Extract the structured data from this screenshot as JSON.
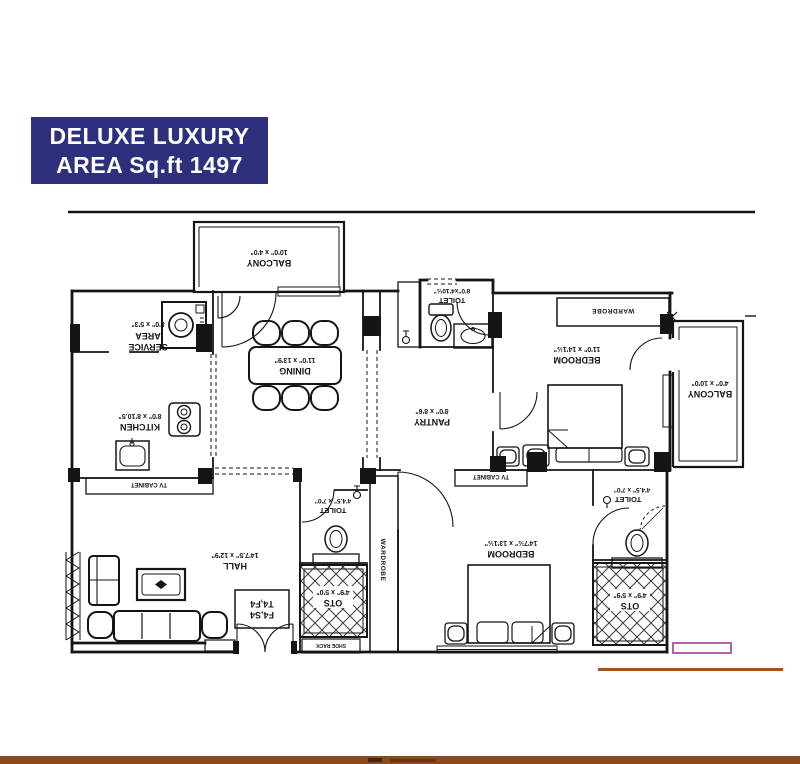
{
  "badge": {
    "line1": "DELUXE LUXURY",
    "line2": "AREA Sq.ft 1497",
    "bg": "#2e2f7d",
    "fg": "#ffffff"
  },
  "plan": {
    "rooms": {
      "balcony_top": {
        "name": "BALCONY",
        "dims": "10'0\" x 4'0\""
      },
      "service_area": {
        "line1": "SERVICE",
        "line2": "AREA",
        "dims": "8'0\" x 5'3\""
      },
      "kitchen": {
        "name": "KITCHEN",
        "dims": "8'0\" x 8'10.5\""
      },
      "dining": {
        "name": "DINING",
        "dims": "11'0\" x 13'9\""
      },
      "toilet_top": {
        "name": "TOILET",
        "dims": "8'0\"x4'10½\""
      },
      "wardrobe_top": {
        "name": "WARDROBE"
      },
      "bedroom_top": {
        "name": "BEDROOM",
        "dims": "11'0\" x 14'1½\""
      },
      "balcony_right": {
        "name": "BALCONY",
        "dims": "4'0\" x 10'0\""
      },
      "pantry": {
        "name": "PANTRY",
        "dims": "8'0\" x 8'6\""
      },
      "tv_cabinet_left": {
        "name": "TV CABINET"
      },
      "tv_cabinet_right": {
        "name": "TV CABINET"
      },
      "hall": {
        "name": "HALL",
        "dims": "14'7.5\" x 12'9\""
      },
      "hall_unit_code": {
        "line1": "F4,S4",
        "line2": "T4,F4"
      },
      "toilet_center": {
        "name": "TOILET",
        "dims": "4'4.5\" x 7'0\""
      },
      "ots_center": {
        "name": "OTS",
        "dims": "4'9\" x 5'0\""
      },
      "shoe_rack": {
        "name": "SHOE RACK"
      },
      "wardrobe_mid": {
        "name": "WARDROBE"
      },
      "bedroom_bottom": {
        "name": "BEDROOM",
        "dims": "14'7½\" x 13'1½\""
      },
      "toilet_right": {
        "name": "TOILET",
        "dims": "4'4.5\" x 7'0\""
      },
      "ots_right": {
        "name": "OTS",
        "dims": "4'9\" x 5'9\""
      }
    },
    "colors": {
      "wall": "#151515",
      "badge_navy": "#2e2f7d",
      "bottom_bar_brown": "#8a4a20",
      "accent_sienna": "#a4521d",
      "magenta_outline": "#b263ae"
    }
  }
}
